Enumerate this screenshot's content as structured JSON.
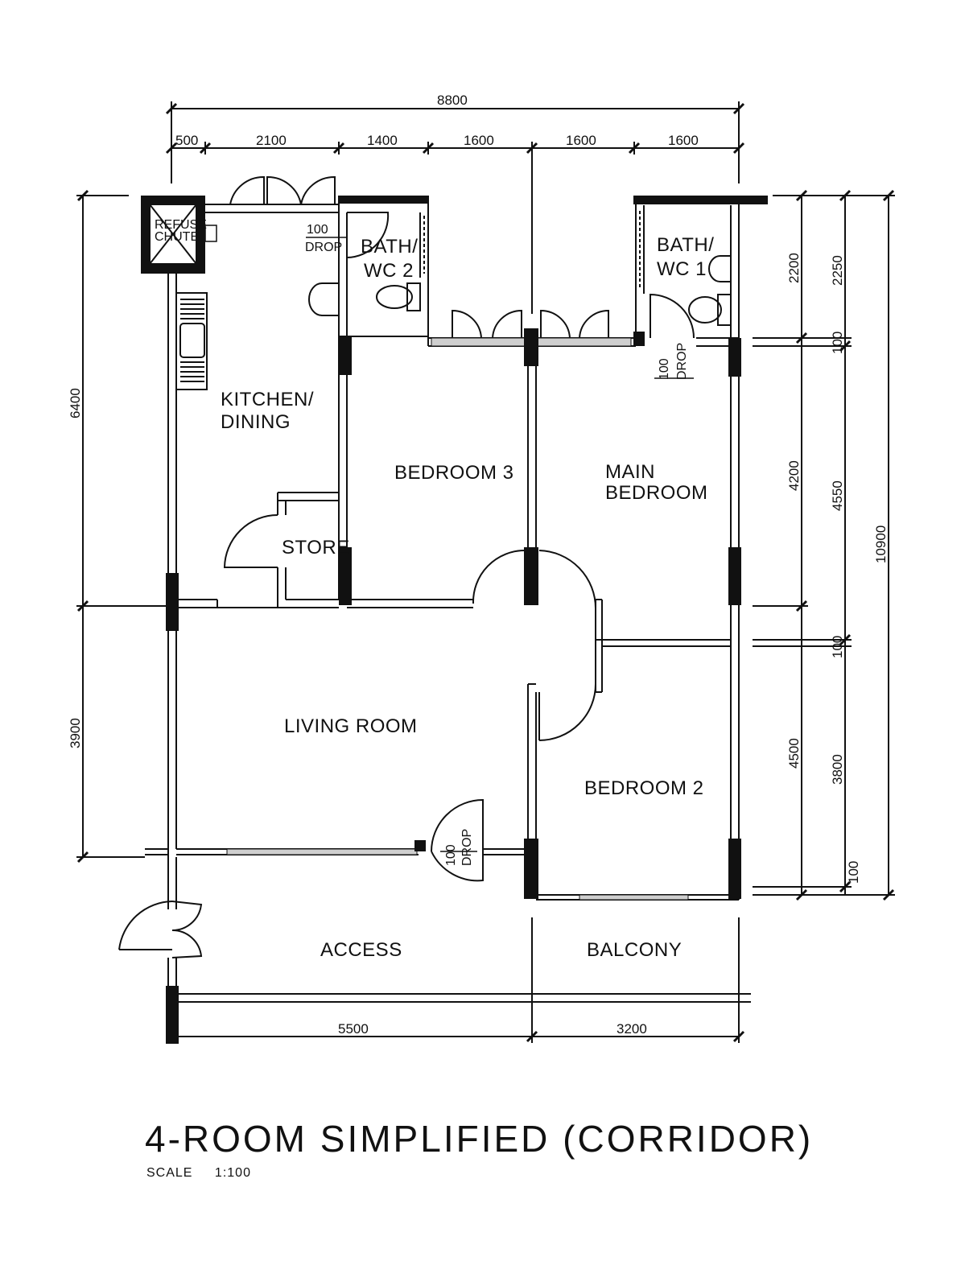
{
  "plan": {
    "title": "4-ROOM SIMPLIFIED (CORRIDOR)",
    "scale_label": "SCALE",
    "scale_value": "1:100"
  },
  "rooms": {
    "refuse_chute": [
      "REFUSE",
      "CHUTE"
    ],
    "bath_wc_2": [
      "BATH/",
      "WC 2"
    ],
    "bath_wc_1": [
      "BATH/",
      "WC 1"
    ],
    "kitchen_dining": [
      "KITCHEN/",
      "DINING"
    ],
    "bedroom_3": "BEDROOM 3",
    "main_bedroom": [
      "MAIN",
      "BEDROOM"
    ],
    "store": "STORE",
    "living_room": "LIVING ROOM",
    "bedroom_2": "BEDROOM 2",
    "access": "ACCESS",
    "balcony": "BALCONY"
  },
  "drops": {
    "kitchen": [
      "100",
      "DROP"
    ],
    "main_bedroom": [
      "100",
      "DROP"
    ],
    "living": [
      "100",
      "DROP"
    ]
  },
  "dimensions": {
    "top_total": "8800",
    "top": [
      "500",
      "2100",
      "1400",
      "1600",
      "1600",
      "1600"
    ],
    "bottom": [
      "5500",
      "3200"
    ],
    "left": [
      "6400",
      "3900"
    ],
    "right_inner": [
      "2200",
      "100",
      "4200",
      "100",
      "4500",
      "100"
    ],
    "right_mid": [
      "2250",
      "4550",
      "3800"
    ],
    "right_total": "10900"
  }
}
